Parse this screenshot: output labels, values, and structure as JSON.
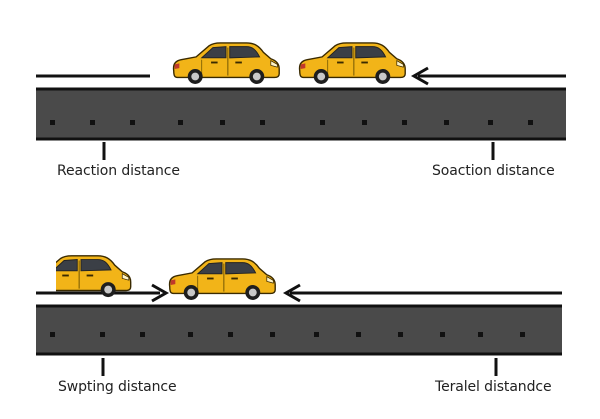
{
  "labels": {
    "top_left": "Reaction distance",
    "top_right": "Soaction distance",
    "bottom_left": "Swpting distance",
    "bottom_right": "Teralel distandce"
  },
  "colors": {
    "car_body": "#f2b418",
    "car_outline": "#3a2a00",
    "road": "#4a4a4a",
    "road_edge": "#111111",
    "lane_mark": "#111111",
    "arrow": "#111111",
    "background": "#ffffff"
  }
}
